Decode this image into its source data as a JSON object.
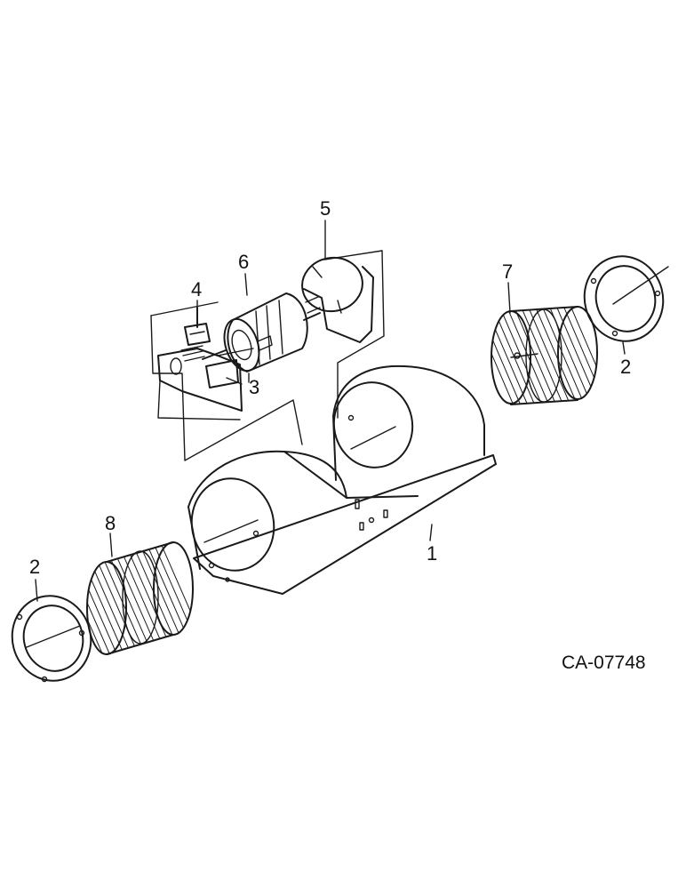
{
  "drawing_number": "CA-07748",
  "callouts": {
    "housing": "1",
    "ring_right": "2",
    "ring_left": "2",
    "bracket": "3",
    "clip": "4",
    "mount": "5",
    "motor": "6",
    "wheel_right": "7",
    "wheel_left": "8"
  },
  "colors": {
    "ink": "#1a1a1a",
    "paper": "#ffffff"
  }
}
